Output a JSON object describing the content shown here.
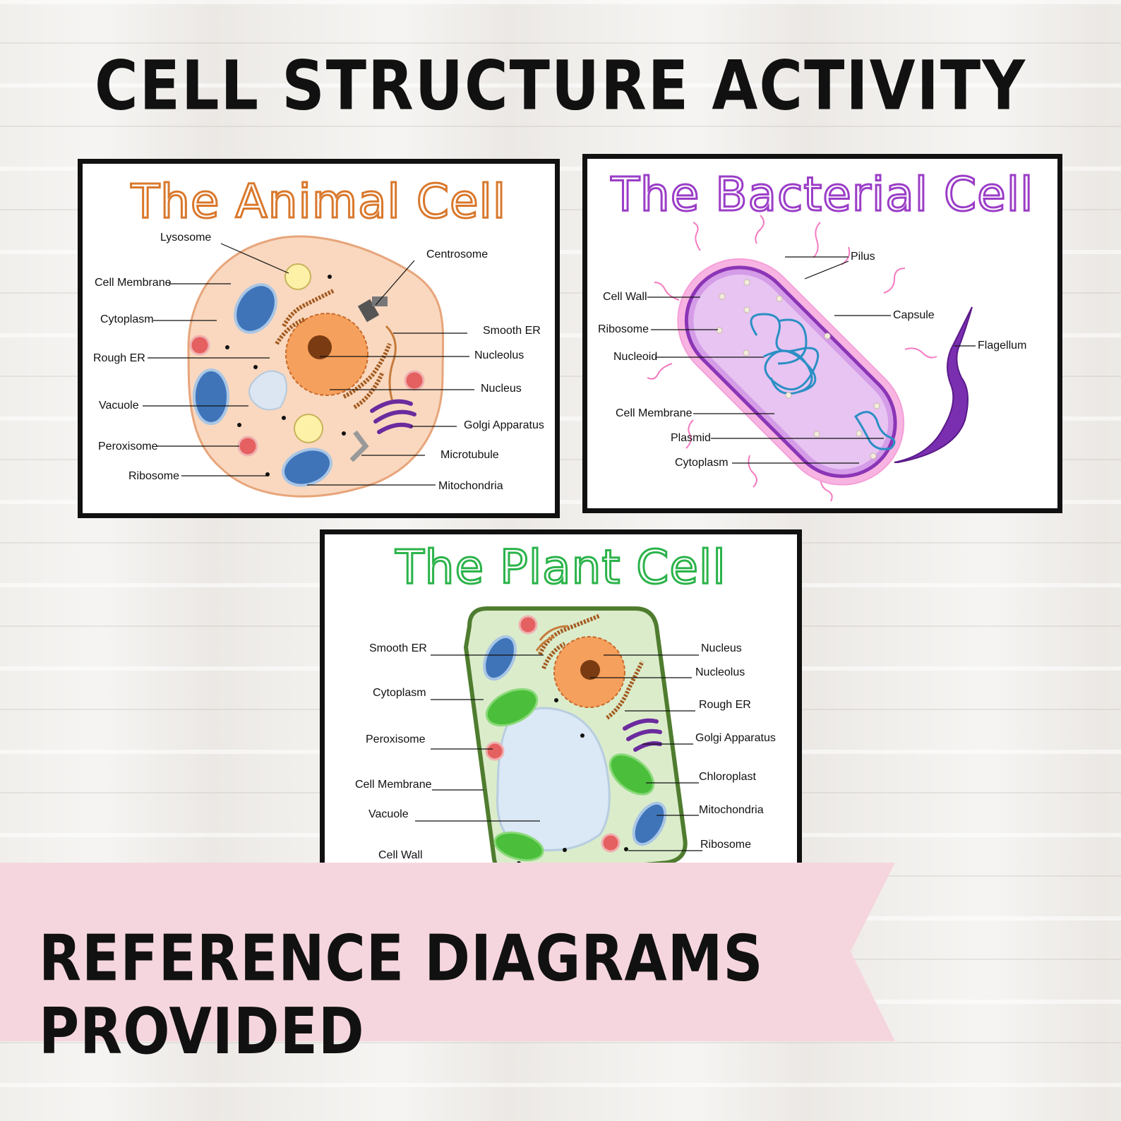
{
  "title": "CELL STRUCTURE ACTIVITY",
  "animal_cell": {
    "title": "The Animal Cell",
    "labels": [
      "Lysosome",
      "Centrosome",
      "Cell Membrane",
      "Cytoplasm",
      "Smooth ER",
      "Rough ER",
      "Nucleolus",
      "Nucleus",
      "Vacuole",
      "Golgi Apparatus",
      "Peroxisome",
      "Microtubule",
      "Ribosome",
      "Mitochondria"
    ]
  },
  "bacterial_cell": {
    "title": "The Bacterial Cell",
    "labels": [
      "Pilus",
      "Cell Wall",
      "Capsule",
      "Ribosome",
      "Flagellum",
      "Nucleoid",
      "Cell Membrane",
      "Plasmid",
      "Cytoplasm"
    ]
  },
  "plant_cell": {
    "title": "The Plant Cell",
    "labels": [
      "Smooth ER",
      "Nucleus",
      "Nucleolus",
      "Cytoplasm",
      "Rough ER",
      "Peroxisome",
      "Golgi Apparatus",
      "Chloroplast",
      "Cell Membrane",
      "Mitochondria",
      "Vacuole",
      "Ribosome",
      "Cell Wall"
    ]
  },
  "banner": "REFERENCE DIAGRAMS PROVIDED",
  "colors": {
    "animal_title": "#d9782c",
    "bacterial_title": "#9b3dc7",
    "plant_title": "#2bb34a",
    "banner_bg": "#f6d6de"
  }
}
